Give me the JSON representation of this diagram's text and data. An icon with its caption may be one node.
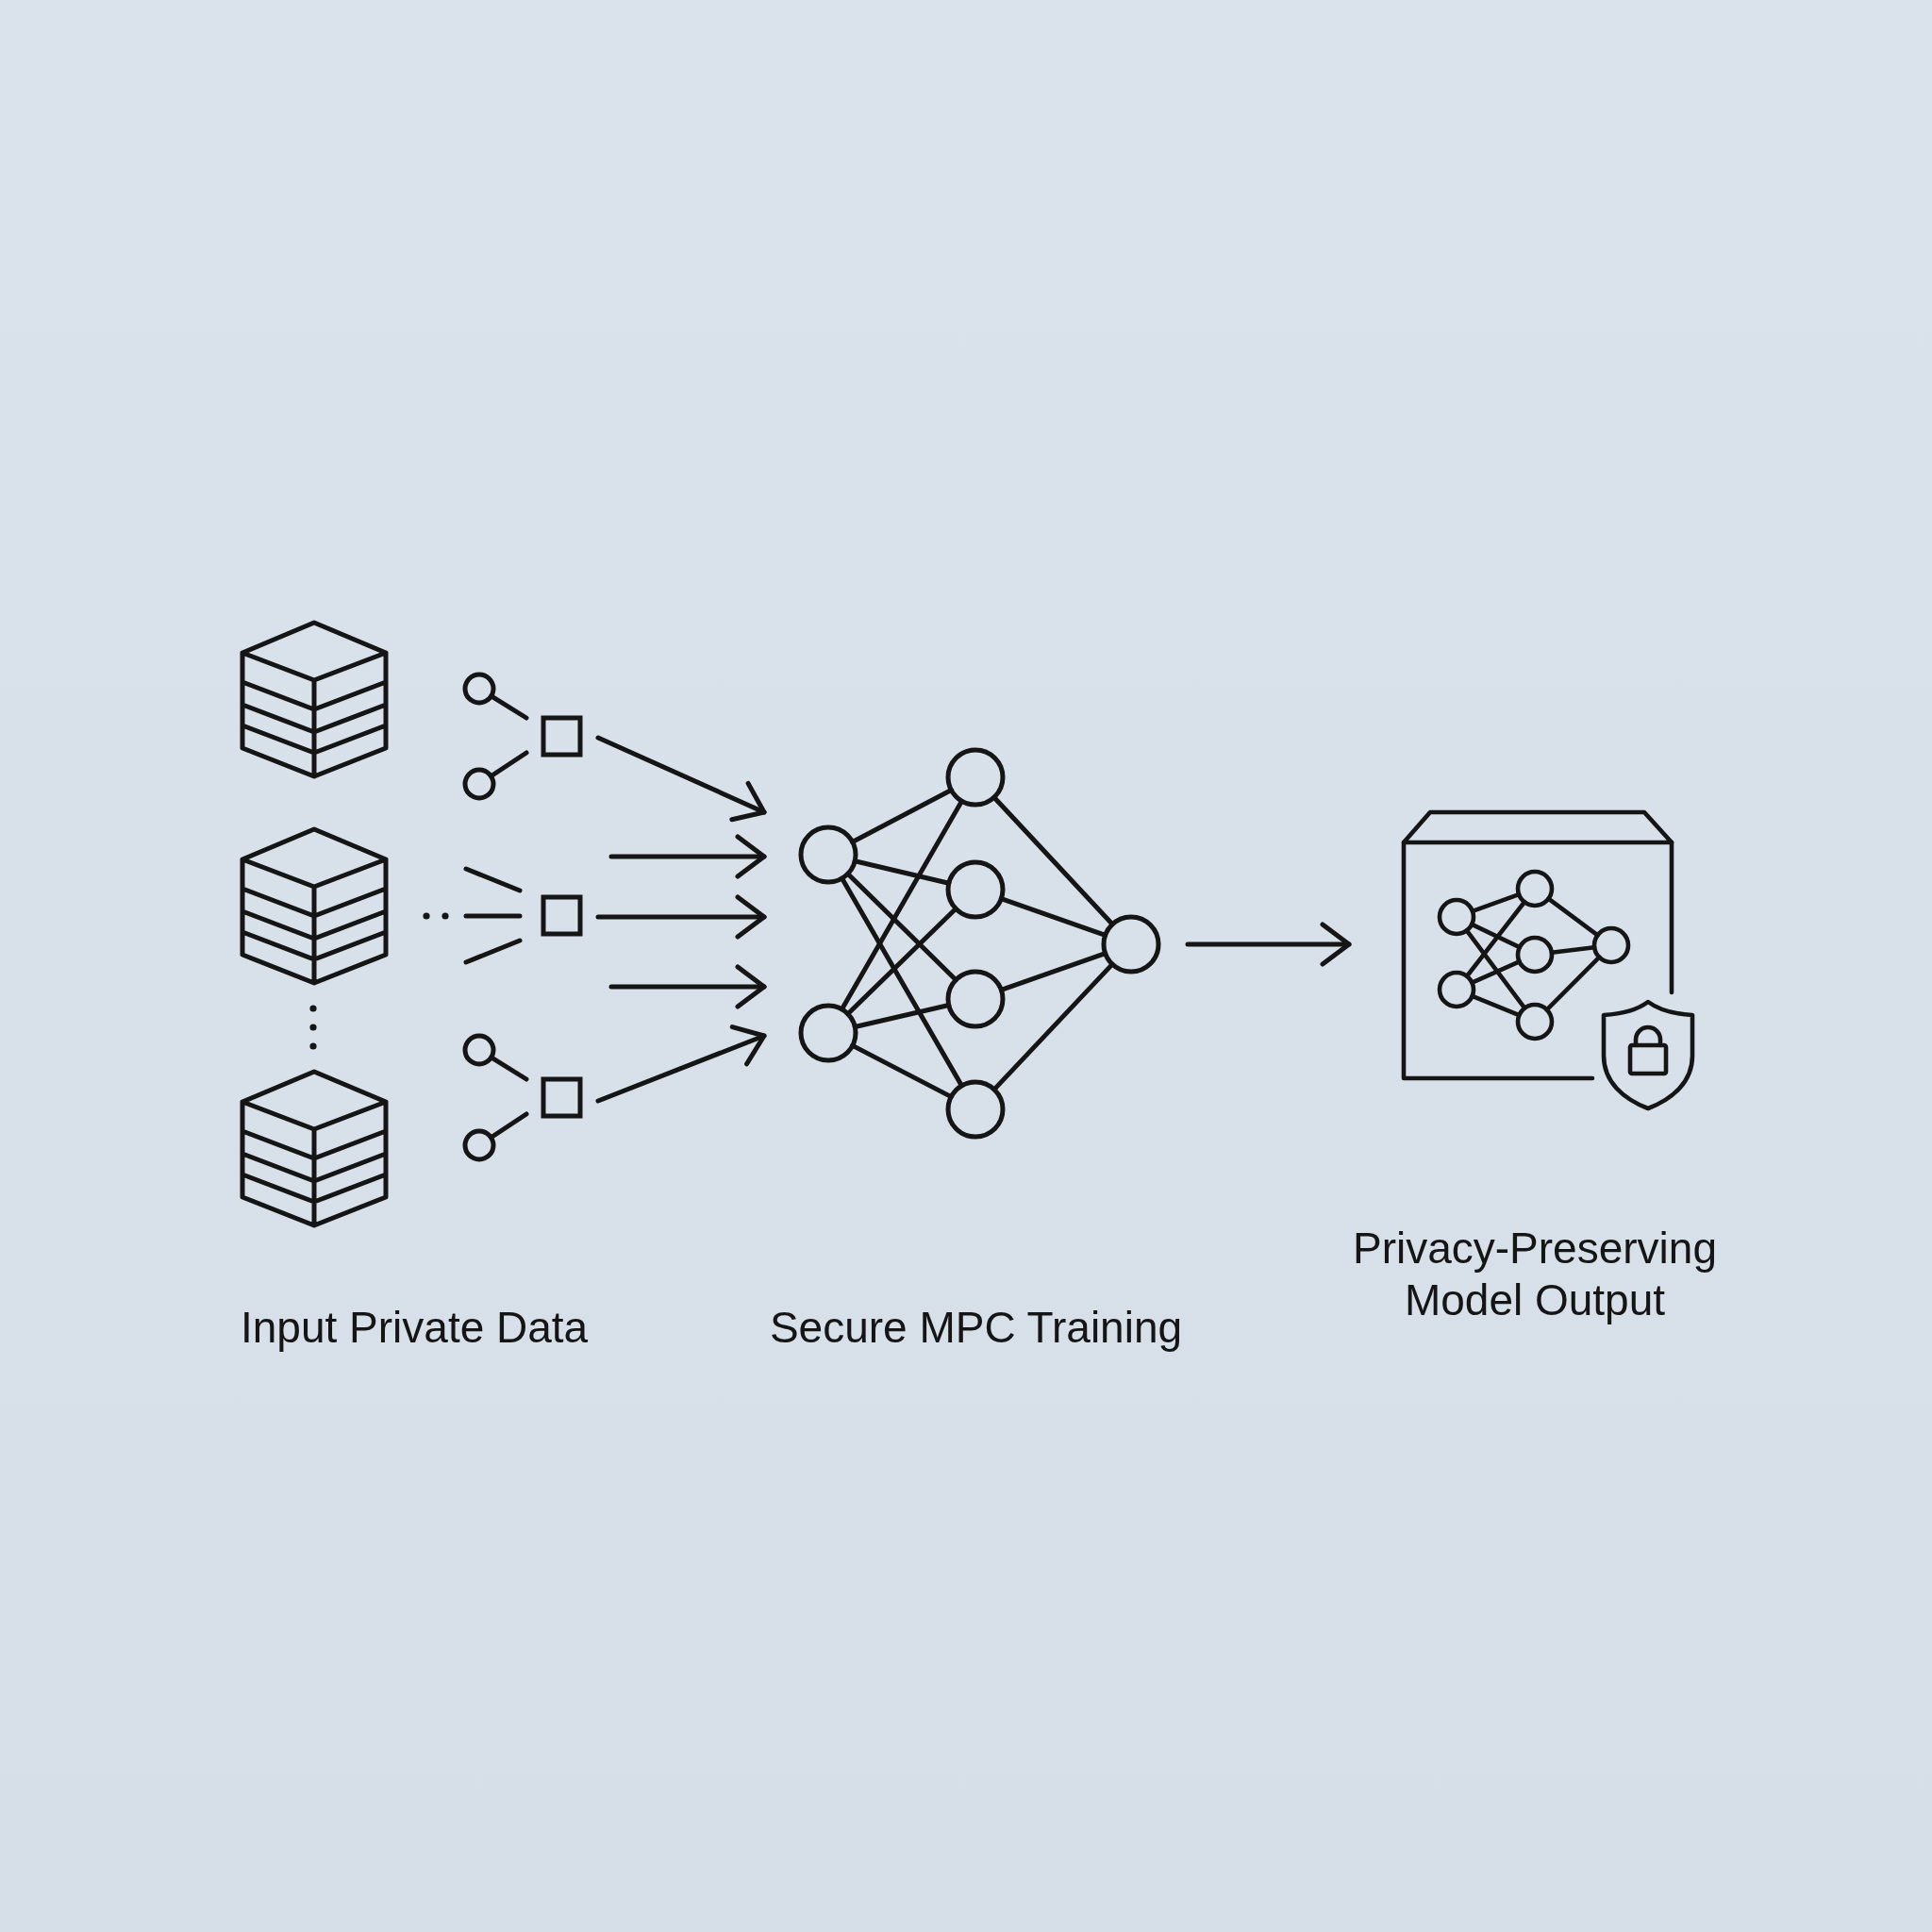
{
  "diagram": {
    "nodes": [
      {
        "text": [],
        "shape": "picture"
      },
      {
        "text": [],
        "shape": "picture"
      },
      {
        "text": [],
        "shape": "picture"
      },
      {
        "text": [
          "Secure MPC Training"
        ]
      },
      {
        "text": [
          "Privacy-Preserving Model Output"
        ]
      }
    ],
    "edges": [
      {
        "from": 0,
        "to": 3,
        "arrow": "to"
      },
      {
        "from": null,
        "to": 3,
        "arrow": "to"
      },
      {
        "from": 1,
        "to": 3,
        "arrow": "to"
      },
      {
        "from": null,
        "to": 3,
        "arrow": "to"
      },
      {
        "from": 2,
        "to": 3,
        "arrow": "to"
      },
      {
        "from": 3,
        "to": 4,
        "arrow": "to"
      }
    ],
    "labels": [
      "Input Private Data"
    ]
  }
}
